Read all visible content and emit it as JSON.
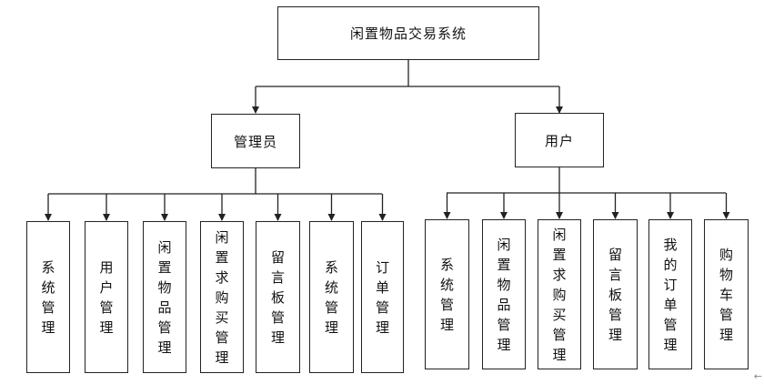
{
  "root": {
    "label": "闲置物品交易系统"
  },
  "admin": {
    "label": "管理员",
    "children": [
      "系统管理",
      "用户管理",
      "闲置物品管理",
      "闲置求购买管理",
      "留言板管理",
      "系统管理",
      "订单管理"
    ]
  },
  "user": {
    "label": "用户",
    "children": [
      "系统管理",
      "闲置物品管理",
      "闲置求购买管理",
      "留言板管理",
      "我的订单管理",
      "购物车管理"
    ]
  },
  "corner_glyph": "←",
  "colors": {
    "line": "#222222",
    "background": "#ffffff"
  }
}
